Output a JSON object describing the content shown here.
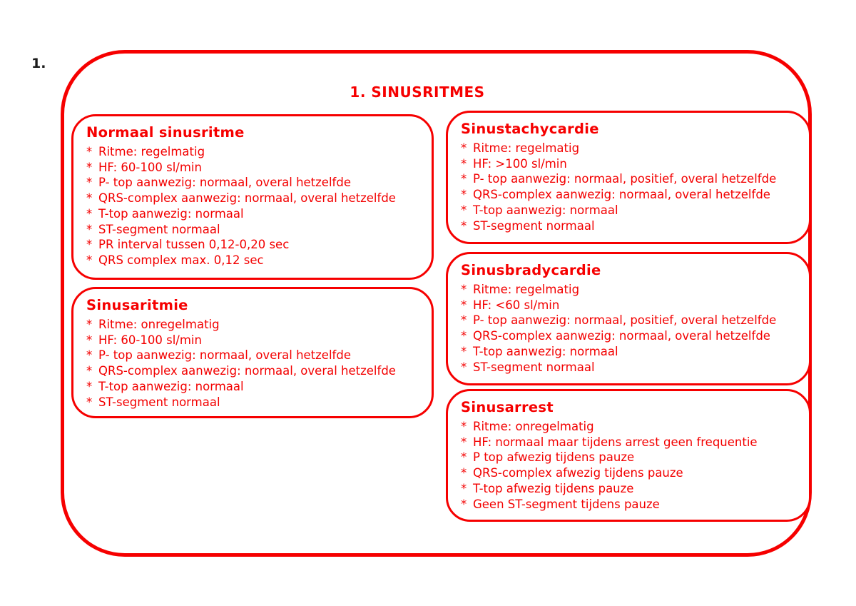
{
  "page": {
    "number_label": "1.",
    "title": "1. SINUSRITMES"
  },
  "colors": {
    "accent_red": "#f60000",
    "text_black": "#1a1a1a",
    "background": "#ffffff"
  },
  "list_bullet": "*",
  "boxes": [
    {
      "id": "normaal-sinusritme",
      "heading": "Normaal sinusritme",
      "items": [
        "Ritme: regelmatig",
        "HF: 60-100 sl/min",
        "P- top aanwezig: normaal, overal hetzelfde",
        "QRS-complex aanwezig: normaal, overal hetzelfde",
        "T-top aanwezig: normaal",
        "ST-segment normaal",
        "PR interval tussen 0,12-0,20 sec",
        "QRS complex max. 0,12 sec"
      ]
    },
    {
      "id": "sinusaritmie",
      "heading": "Sinusaritmie",
      "items": [
        "Ritme: onregelmatig",
        "HF: 60-100 sl/min",
        "P- top aanwezig: normaal, overal hetzelfde",
        "QRS-complex aanwezig: normaal, overal hetzelfde",
        "T-top aanwezig: normaal",
        "ST-segment normaal"
      ]
    },
    {
      "id": "sinustachycardie",
      "heading": "Sinustachycardie",
      "items": [
        "Ritme: regelmatig",
        "HF: >100 sl/min",
        "P- top aanwezig: normaal, positief, overal hetzelfde",
        "QRS-complex aanwezig: normaal, overal hetzelfde",
        "T-top aanwezig: normaal",
        "ST-segment normaal"
      ]
    },
    {
      "id": "sinusbradycardie",
      "heading": "Sinusbradycardie",
      "items": [
        "Ritme: regelmatig",
        "HF: <60 sl/min",
        "P- top aanwezig: normaal, positief, overal hetzelfde",
        "QRS-complex aanwezig: normaal, overal hetzelfde",
        "T-top aanwezig: normaal",
        "ST-segment normaal"
      ]
    },
    {
      "id": "sinusarrest",
      "heading": "Sinusarrest",
      "items": [
        "Ritme: onregelmatig",
        "HF: normaal maar tijdens arrest geen frequentie",
        "P top afwezig tijdens pauze",
        "QRS-complex afwezig tijdens pauze",
        "T-top afwezig tijdens pauze",
        "Geen ST-segment tijdens pauze"
      ]
    }
  ]
}
